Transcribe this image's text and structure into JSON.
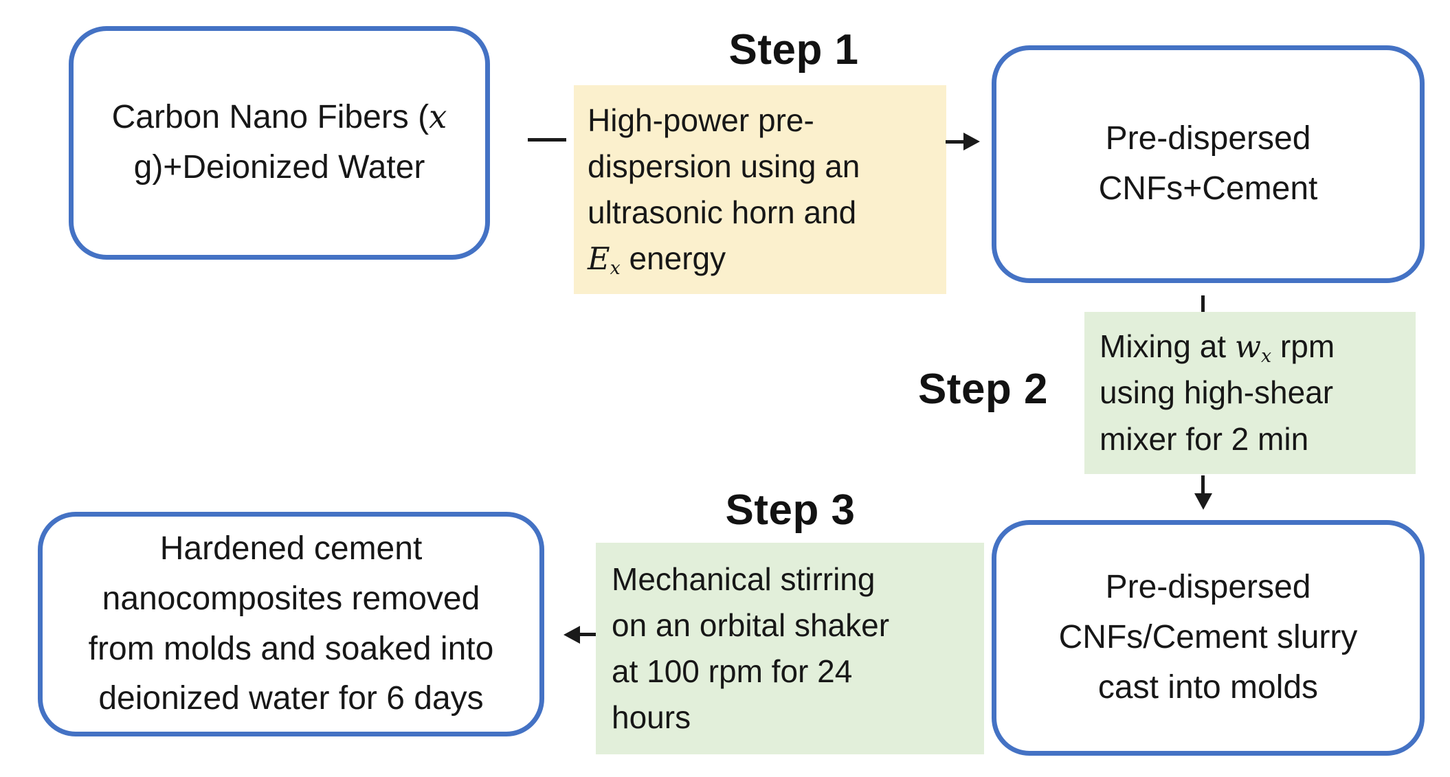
{
  "colors": {
    "node_border": "#4472C4",
    "step1_fill": "#FBF0CD",
    "step2_fill": "#E2EFDA",
    "step3_fill": "#E2EFDA",
    "connector": "#1a1a1a",
    "text": "#171717"
  },
  "nodes": {
    "cnf_water": {
      "line1_text": "Carbon Nano Fibers (",
      "line1_var": "x",
      "line2": "g)+Deionized Water"
    },
    "predispersed_cnfs_cement": {
      "line1": "Pre-dispersed",
      "line2": "CNFs+Cement"
    },
    "slurry_cast": {
      "line1": "Pre-dispersed",
      "line2": "CNFs/Cement slurry",
      "line3": "cast into molds"
    },
    "hardened": {
      "line1": "Hardened cement",
      "line2": "nanocomposites removed",
      "line3": "from molds and soaked into",
      "line4": "deionized water for 6 days"
    }
  },
  "steps": {
    "step1": {
      "label": "Step 1",
      "line1": "High-power pre-",
      "line2": "dispersion using an",
      "line3": "ultrasonic horn and",
      "line4_var": "E",
      "line4_sub": "x",
      "line4_rest": " energy"
    },
    "step2": {
      "label": "Step 2",
      "line1_pre": "Mixing at ",
      "line1_var": "w",
      "line1_sub": "x",
      "line1_post": " rpm",
      "line2": "using high-shear",
      "line3": "mixer for 2 min"
    },
    "step3": {
      "label": "Step 3",
      "line1": "Mechanical stirring",
      "line2": "on an orbital shaker",
      "line3": "at 100 rpm for 24",
      "line4": "hours"
    }
  }
}
